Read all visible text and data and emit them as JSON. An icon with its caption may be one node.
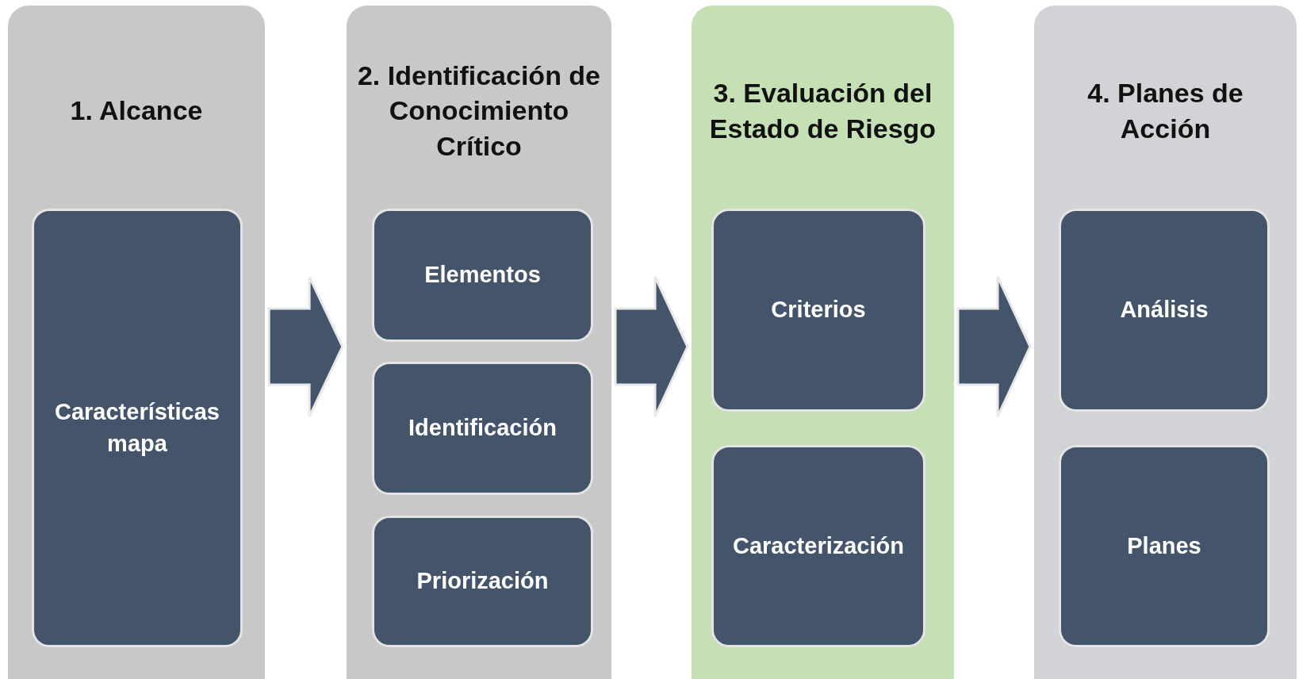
{
  "diagram": {
    "nodes": [
      {
        "text": [
          "1. Alcance"
        ]
      },
      {
        "text": [
          "Características mapa"
        ],
        "in": 0
      },
      {
        "text": [
          "2. Identificación de Conocimiento Crítico"
        ]
      },
      {
        "text": [
          "Elementos"
        ],
        "in": 2
      },
      {
        "text": [
          "Identificación"
        ],
        "in": 2
      },
      {
        "text": [
          "Priorización"
        ],
        "in": 2
      },
      {
        "text": [
          "3. Evaluación del Estado de Riesgo"
        ]
      },
      {
        "text": [
          "Criterios"
        ],
        "in": 6
      },
      {
        "text": [
          "Caracterización"
        ],
        "in": 6
      },
      {
        "text": [
          "4. Planes de Acción"
        ]
      },
      {
        "text": [
          "Análisis"
        ],
        "in": 9
      },
      {
        "text": [
          "Planes"
        ],
        "in": 9
      }
    ],
    "edges": [
      {
        "from": 0,
        "to": 2,
        "arrow": "to"
      },
      {
        "from": 2,
        "to": 6,
        "arrow": "to"
      },
      {
        "from": 6,
        "to": 9,
        "arrow": "to"
      }
    ]
  }
}
